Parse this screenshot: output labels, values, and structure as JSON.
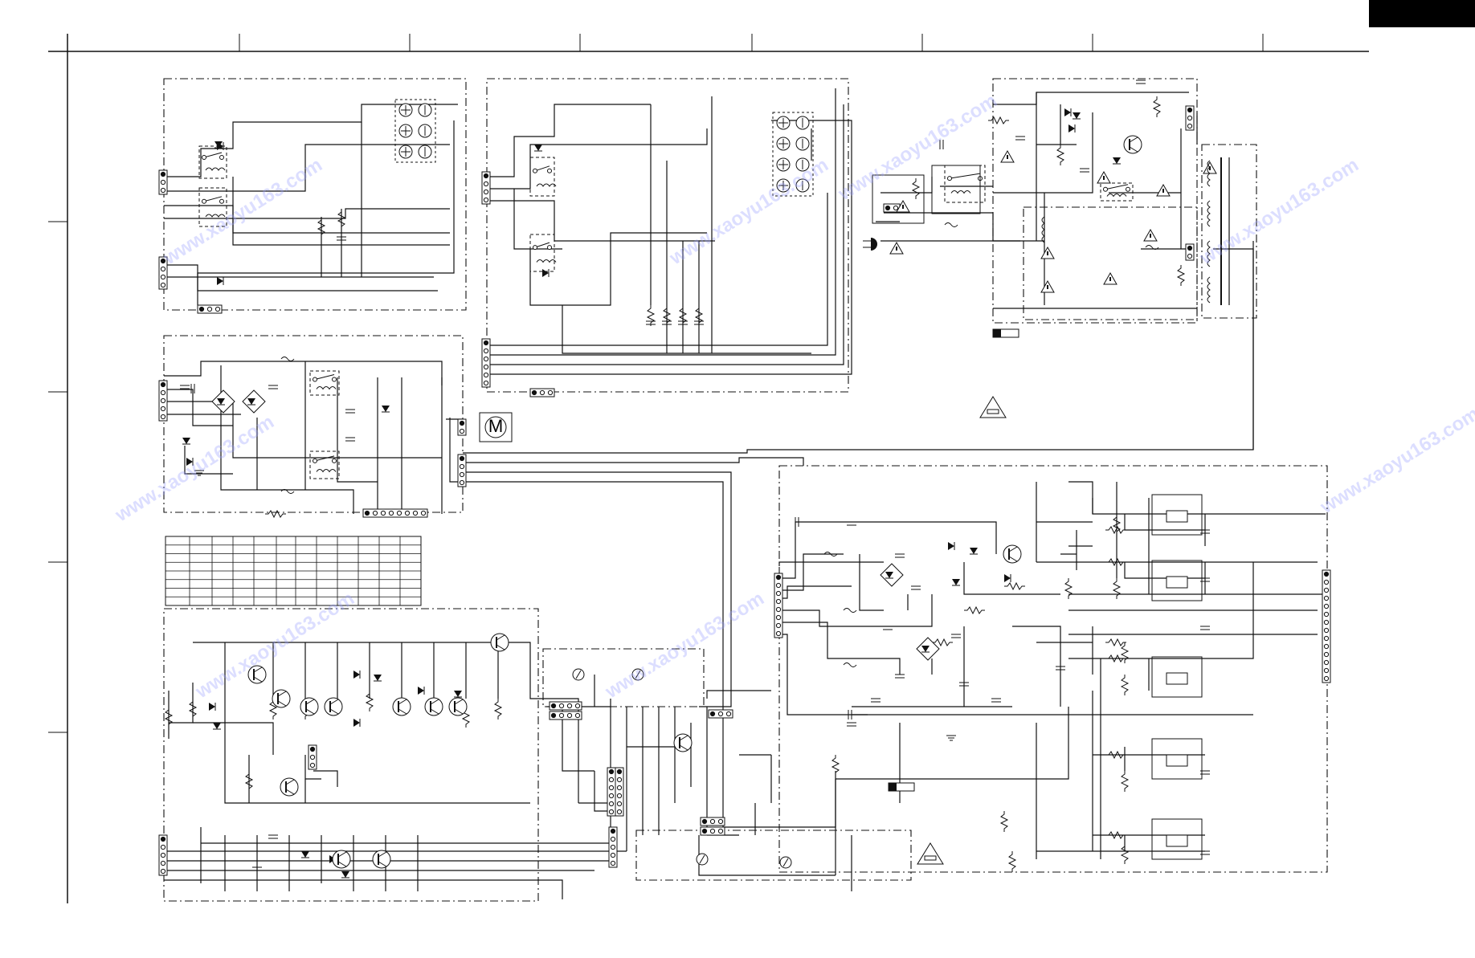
{
  "sheet": {
    "tab_color": "#000000",
    "line_color": "#111111",
    "watermark_color": "#9aa0ff",
    "motor_label": "M",
    "grid_columns": 8,
    "grid_rows": 5
  },
  "watermarks": [
    {
      "text": "www.xaoyu163.com"
    },
    {
      "text": "www.xaoyu163.com"
    },
    {
      "text": "www.xaoyu163.com"
    },
    {
      "text": "www.xaoyu163.com"
    },
    {
      "text": "www.xaoyu163.com"
    },
    {
      "text": "www.xaoyu163.com"
    },
    {
      "text": "www.xaoyu163.com"
    },
    {
      "text": "www.xaoyu163.com"
    }
  ],
  "blocks": [
    {
      "id": "relay-board-1"
    },
    {
      "id": "relay-board-2"
    },
    {
      "id": "ac-inlet-board"
    },
    {
      "id": "transformer-board"
    },
    {
      "id": "rectifier-board"
    },
    {
      "id": "main-power-board"
    },
    {
      "id": "regulator-board"
    },
    {
      "id": "thermal-sensor-board"
    },
    {
      "id": "sensor-board-2"
    }
  ]
}
